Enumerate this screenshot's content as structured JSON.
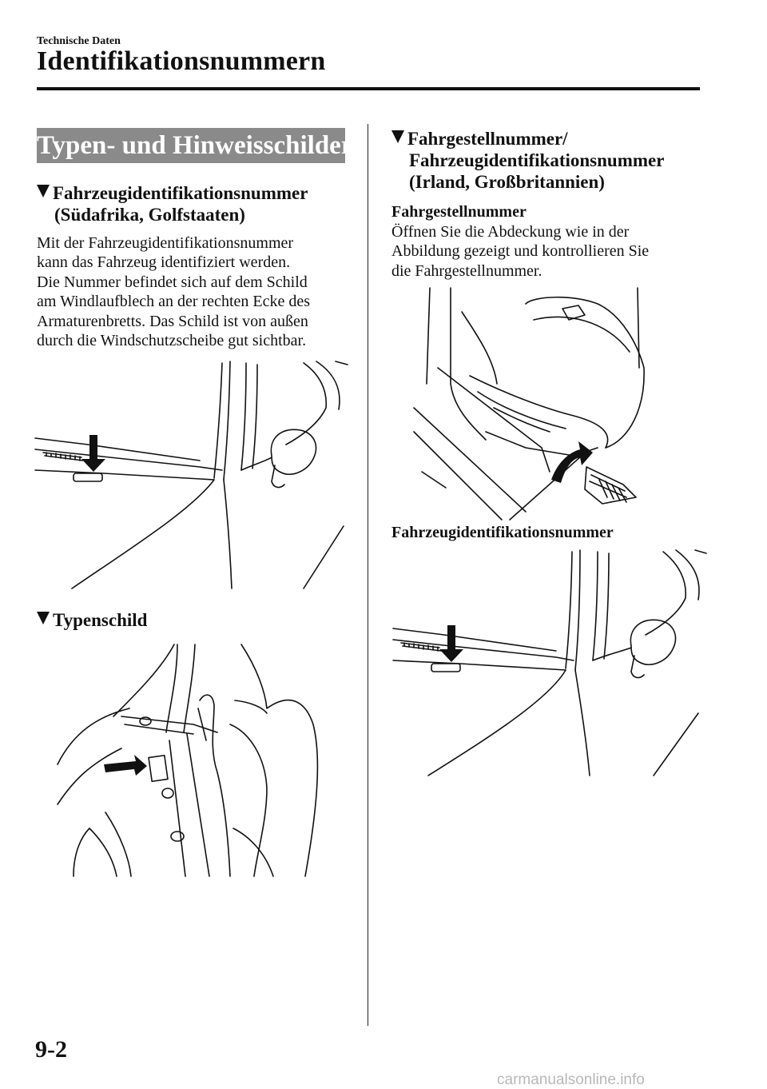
{
  "header": {
    "chapter": "Technische Daten",
    "title": "Identifikationsnummern"
  },
  "left_column": {
    "section_title": "Typen- und Hinweisschilder",
    "vin_heading": {
      "line1": "Fahrzeugidentifikationsnummer",
      "line2": "(Südafrika, Golfstaaten)"
    },
    "vin_paragraph": [
      "Mit der Fahrzeugidentifikationsnummer",
      "kann das Fahrzeug identifiziert werden.",
      "Die Nummer befindet sich auf dem Schild",
      "am Windlaufblech an der rechten Ecke des",
      "Armaturenbretts. Das Schild ist von außen",
      "durch die Windschutzscheibe gut sichtbar."
    ],
    "plate_heading": "Typenschild"
  },
  "right_column": {
    "chassis_heading": {
      "line1": "Fahrgestellnummer/",
      "line2": "Fahrzeugidentifikationsnummer",
      "line3": "(Irland, Großbritannien)"
    },
    "chassis_label": "Fahrgestellnummer",
    "chassis_paragraph": [
      "Öffnen Sie die Abdeckung wie in der",
      "Abbildung gezeigt und kontrollieren Sie",
      "die Fahrgestellnummer."
    ],
    "vin_label": "Fahrzeugidentifikationsnummer"
  },
  "footer": {
    "page_number": "9-2",
    "watermark": "carmanualsonline.info"
  },
  "icons": {
    "heading_marker": "triangle-down-icon"
  },
  "colors": {
    "banner_bg": "#8a8a8a",
    "text": "#111111"
  }
}
